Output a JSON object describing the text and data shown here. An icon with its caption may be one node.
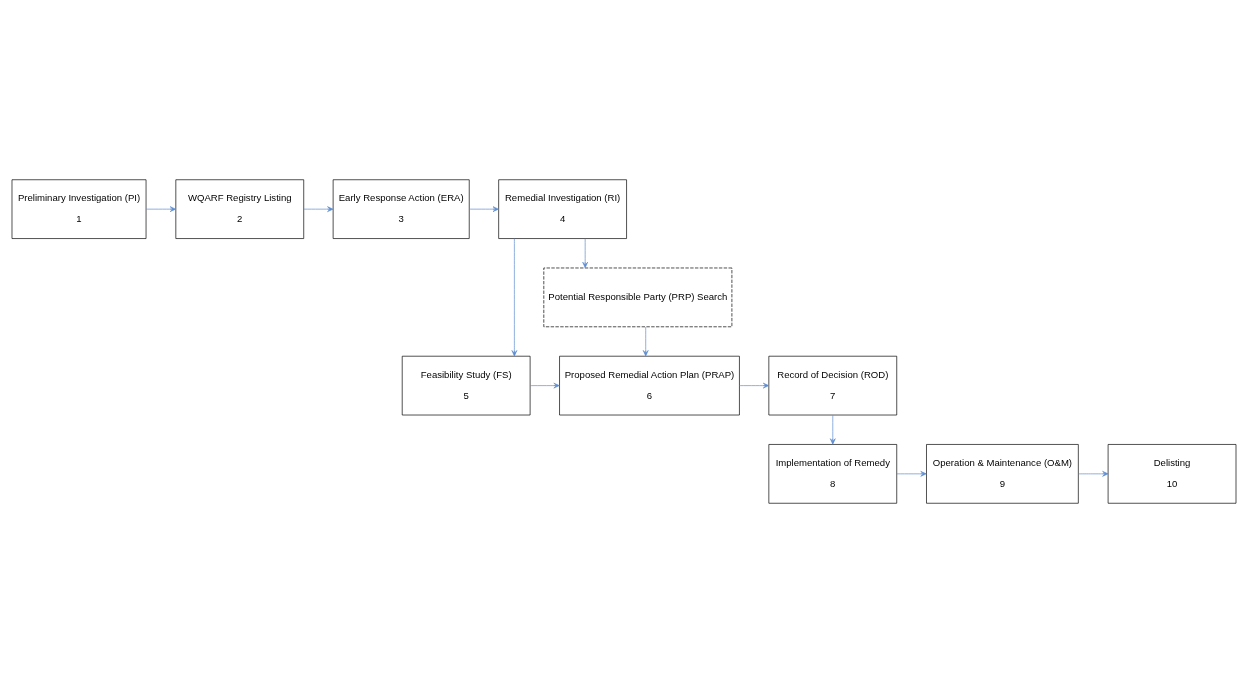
{
  "diagram": {
    "nodes": [
      {
        "text": [
          "Preliminary Investigation (PI)",
          "1"
        ]
      },
      {
        "text": [
          "WQARF Registry Listing",
          "2"
        ]
      },
      {
        "text": [
          "Early Response Action (ERA)",
          "3"
        ]
      },
      {
        "text": [
          "Remedial Investigation (RI)",
          "4"
        ]
      },
      {
        "text": [
          "Feasibility Study (FS)",
          "5"
        ]
      },
      {
        "text": [
          "Proposed Remedial Action Plan (PRAP)",
          "6"
        ]
      },
      {
        "text": [
          "Record of Decision (ROD)",
          "7"
        ]
      },
      {
        "text": [
          "Potential Responsible Party (PRP) Search"
        ]
      },
      {
        "text": [
          "Implementation of Remedy",
          "8"
        ]
      },
      {
        "text": [
          "Operation & Maintenance (O&M)",
          "9"
        ]
      },
      {
        "text": [
          "Delisting",
          "10"
        ]
      }
    ],
    "edges": [
      {
        "from": 0,
        "to": 1,
        "arrow": "to"
      },
      {
        "from": 1,
        "to": 2,
        "arrow": "to"
      },
      {
        "from": 2,
        "to": 3,
        "arrow": "to"
      },
      {
        "from": 3,
        "to": 7,
        "arrow": "to"
      },
      {
        "from": 3,
        "to": 4,
        "arrow": "to"
      },
      {
        "from": 4,
        "to": 5,
        "arrow": "to"
      },
      {
        "from": 7,
        "to": 5,
        "arrow": "to"
      },
      {
        "from": 5,
        "to": 6,
        "arrow": "to"
      },
      {
        "from": 6,
        "to": 8,
        "arrow": "to"
      },
      {
        "from": 8,
        "to": 9,
        "arrow": "to"
      },
      {
        "from": 9,
        "to": 10,
        "arrow": "to"
      }
    ]
  }
}
